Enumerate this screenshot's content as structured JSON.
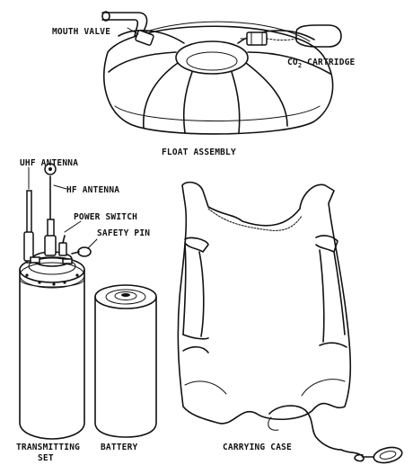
{
  "labels": {
    "mouth_valve": "MOUTH VALVE",
    "co2_cartridge_prefix": "CO",
    "co2_cartridge_subscript": "2",
    "co2_cartridge_suffix": " CARTRIDGE",
    "float_assembly": "FLOAT ASSEMBLY",
    "uhf_antenna": "UHF ANTENNA",
    "hf_antenna": "HF ANTENNA",
    "power_switch": "POWER SWITCH",
    "safety_pin": "SAFETY PIN",
    "transmitting_set_line1": "TRANSMITTING",
    "transmitting_set_line2": "SET",
    "battery": "BATTERY",
    "carrying_case": "CARRYING CASE"
  },
  "icons": {
    "float": "inflatable-float-ring",
    "transmitter": "radio-transmitter-cylinder",
    "battery": "battery-cylinder",
    "case": "carrying-case-bag"
  },
  "colors": {
    "ink": "#111111",
    "paper": "#ffffff"
  }
}
